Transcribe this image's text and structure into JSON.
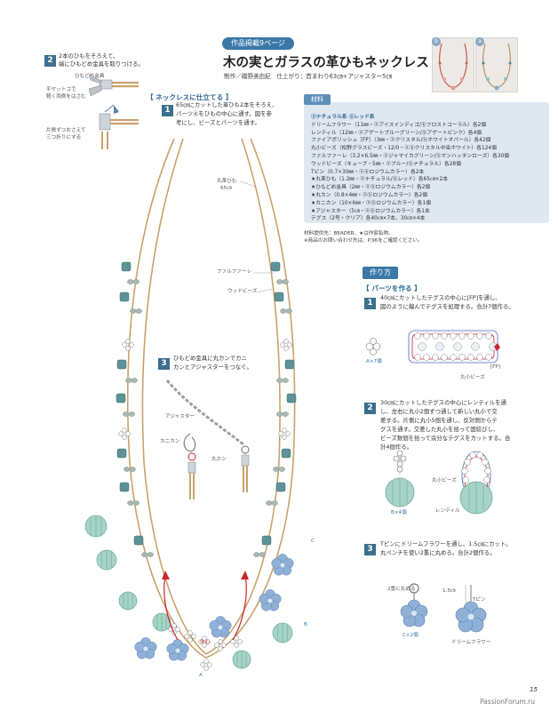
{
  "header": {
    "tag": "作品掲載9ページ",
    "title": "木の実とガラスの革ひもネックレス",
    "credit": "制作／磯野美由紀　仕上がり：首まわり63㎝+アジャスター5㎝"
  },
  "photos": {
    "b_label": "b",
    "a_label": "a"
  },
  "left_step2": {
    "num": "2",
    "text1": "2本のひもをそろえて、",
    "text2": "端にひもどめ金具を取りつける。",
    "label_fitting": "ひもどめ金具",
    "label_flat1": "平ヤットコで",
    "label_flat2": "軽く両側をはさむ",
    "label_fold1": "片側ずつおさえて",
    "label_fold2": "三つ折りにする"
  },
  "necklace_section": {
    "heading": "【 ネックレスに仕立てる 】",
    "step1_num": "1",
    "step1_l1": "65㎝にカットした革ひも2本をそろえ、",
    "step1_l2": "パーツⒶをひもの中心に通す。図を参",
    "step1_l3": "考にし、ビーズとパーツを通す。",
    "label_cord1": "丸革ひも",
    "label_cord2": "65㎝",
    "label_fire": "ファルファーレ",
    "label_wood": "ウッドビーズ",
    "label_center": "中心",
    "label_a": "A",
    "label_b": "B",
    "label_c": "C",
    "step3_num": "3",
    "step3_l1": "ひもどめ金具に丸カンでカニ",
    "step3_l2": "カンとアジャスターをつなぐ。",
    "label_adjuster": "アジャスター",
    "label_crab": "カニカン",
    "label_ring": "丸カン"
  },
  "materials": {
    "title": "材料",
    "lines": [
      "ⓐナチュラル系 ⓑレッド系",
      "ドリームフラワー（11㎜・ⓐアイスインディゴ/ⓑフロストコーラル）各2個",
      "レンティル（12㎜・ⓐアゲートブルーグリーン/ⓑアゲートピンク）各4個",
      "ファイアポリッシュ［FP］（3㎜・ⓐクリスタル/ⓑホワイトオパール）各42個",
      "丸小ビーズ（松野グラスビーズ・12/0・ⓐⓑクリスタル中染ホワイト）各124個",
      "ファルファーレ（3.2×6.5㎜・ⓐジャマイカグリーン/ⓑマンハッタンローズ）各30個",
      "ウッドビーズ（キューブ・5㎜・ⓐブルー/ⓑナチュラル）各28個",
      "Tピン（0.7×30㎜・ⓐⓑロジウムカラー）各2本",
      "★丸革ひも（1.2㎜・ⓐナチュラル/ⓑレッド）各65㎝×2本",
      "★ひもどめ金具（2㎜・ⓐⓑロジウムカラー）各2個",
      "★丸カン（0.8×4㎜・ⓐⓑロジウムカラー）各2個",
      "★カニカン（10×6㎜・ⓐⓑロジウムカラー）各1個",
      "★アジャスター（5㎝・ⓐⓑロジウムカラー）各1本",
      "テグス（2号・クリア）各40㎝×7本、30㎝×4本"
    ],
    "note1": "材料提供先：BEADER、★は作家私物。",
    "note2": "※商品のお問い合わせ先は、P.96をご確認ください。"
  },
  "howto": {
    "tag": "作り方",
    "heading": "【 パーツを作る 】",
    "s1_num": "1",
    "s1_l1": "40㎝にカットしたテグスの中心に[FP]を通し、",
    "s1_l2": "図のように編んでテグスを処理する。合計7個作る。",
    "s1_label_count": "A×7個",
    "s1_label_fp": "[FP]",
    "s1_label_seed": "丸小ビーズ",
    "s2_num": "2",
    "s2_l1": "30㎝にカットしたテグスの中心にレンティルを通",
    "s2_l2": "し、左右に丸小2個ずつ通して新しい丸小で交",
    "s2_l3": "差する。片側に丸小5個を通し、反対側からテ",
    "s2_l4": "グスを通す。交差した丸小を拾って固結びし、",
    "s2_l5": "ビーズ数個を拾って余分なテグスをカットする。合",
    "s2_l6": "計4個作る。",
    "s2_label_count": "B×4個",
    "s2_label_seed": "丸小ビーズ",
    "s2_label_lentil": "レンティル",
    "s3_num": "3",
    "s3_l1": "Tピンにドリームフラワーを通し、1.5㎝にカット。",
    "s3_l2": "丸ペンチを使い2重に丸める。合計2個作る。",
    "s3_label_double": "2重に丸める",
    "s3_label_count": "C×2個",
    "s3_label_len": "1.5㎝",
    "s3_label_tpin": "Tピン",
    "s3_label_flower": "ドリームフラワー"
  },
  "footer": {
    "page_no": "15",
    "watermark": "PassionForum.ru"
  },
  "colors": {
    "accent_blue": "#3b6f8e",
    "cube_teal": "#5e9298",
    "cord": "#c9a26e",
    "lentil": "#a8d4c8",
    "flower": "#8fb1d8"
  }
}
